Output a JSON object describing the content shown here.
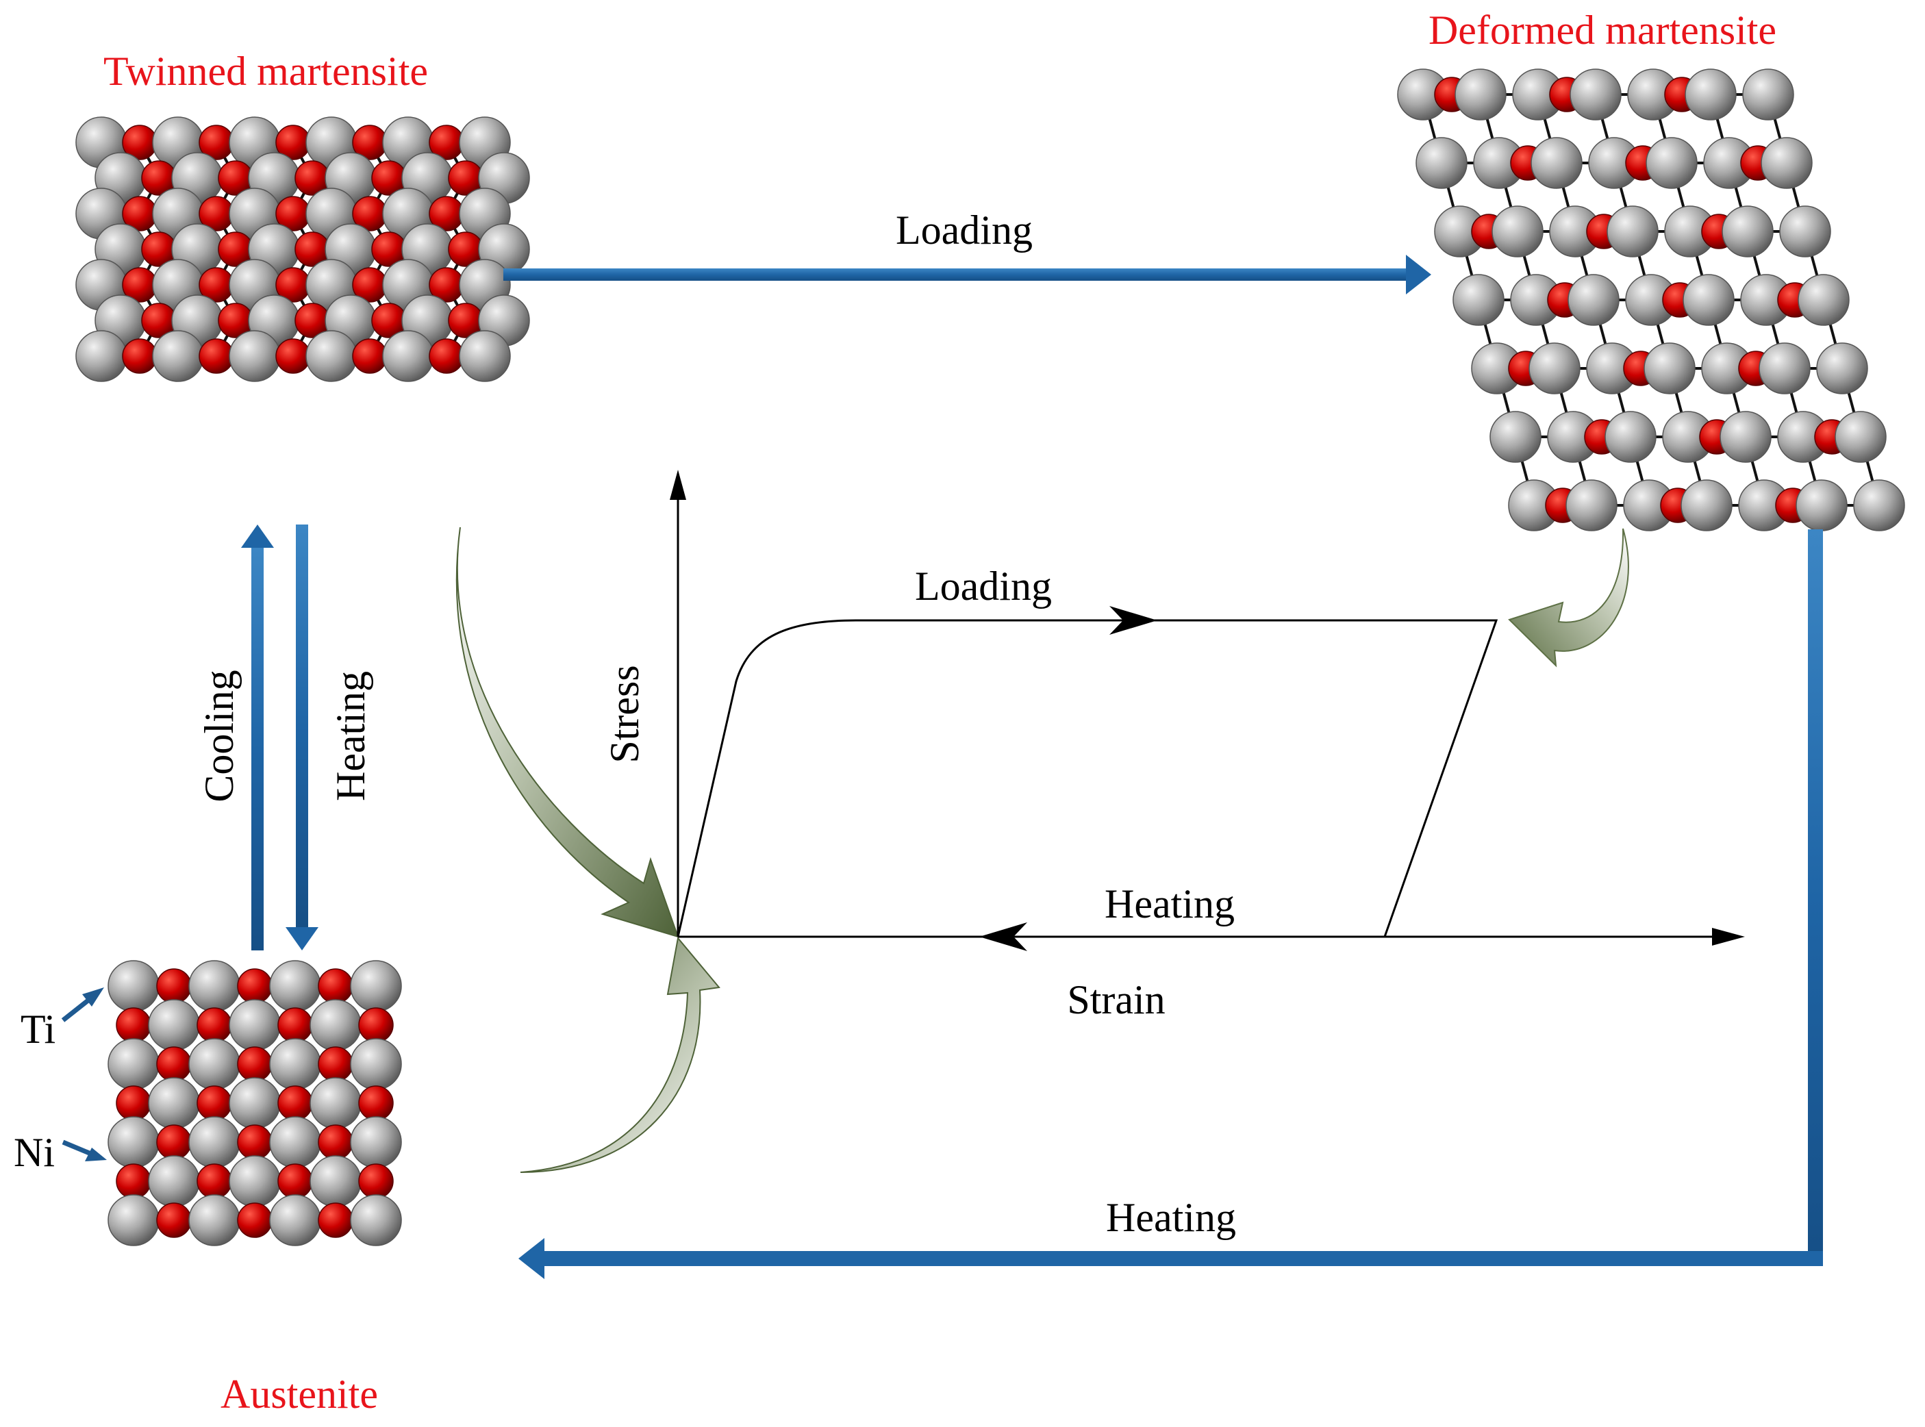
{
  "phases": {
    "twinned": "Twinned martensite",
    "deformed": "Deformed martensite",
    "austenite": "Austenite"
  },
  "elements": {
    "ti": "Ti",
    "ni": "Ni"
  },
  "transitions": {
    "loading_top": "Loading",
    "cooling": "Cooling",
    "heating_side": "Heating",
    "heating_bottom": "Heating"
  },
  "graph": {
    "ylabel": "Stress",
    "xlabel": "Strain",
    "loading": "Loading",
    "heating": "Heating"
  },
  "colors": {
    "ti_atom": "#9a9a9a",
    "ni_atom": "#c40000",
    "flow_arrow": "#2a6ea8",
    "curved_arrow": "#5c7048",
    "phase_label": "#e8141b"
  },
  "icons": {
    "ti_pointer": "arrow-icon",
    "ni_pointer": "arrow-icon"
  }
}
